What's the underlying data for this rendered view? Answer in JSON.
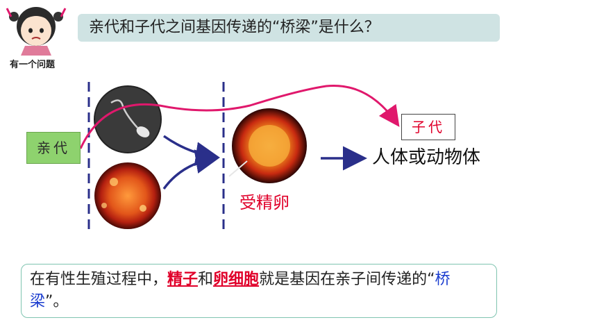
{
  "header": {
    "caption": "有一个问题",
    "question": "亲代和子代之间基因传递的“桥梁”是什么？"
  },
  "diagram": {
    "parent_label": "亲代",
    "child_label": "子代",
    "zygote_label": "受精卵",
    "organism_label": "人体或动物体"
  },
  "summary": {
    "part1": "在有性生殖过程中，",
    "term1": "精子",
    "part2": "和",
    "term2": "卵细胞",
    "part3": "就是基因在亲子间传递的“",
    "term3": "桥梁",
    "part4": "”。"
  },
  "colors": {
    "accent_red": "#e0002a",
    "question_bg": "#cfe3e3",
    "parent_bg": "#8ed26e",
    "arrow_navy": "#2a2f8a",
    "curve_pink": "#e0186c",
    "dash_blue": "#2a2f8a"
  }
}
